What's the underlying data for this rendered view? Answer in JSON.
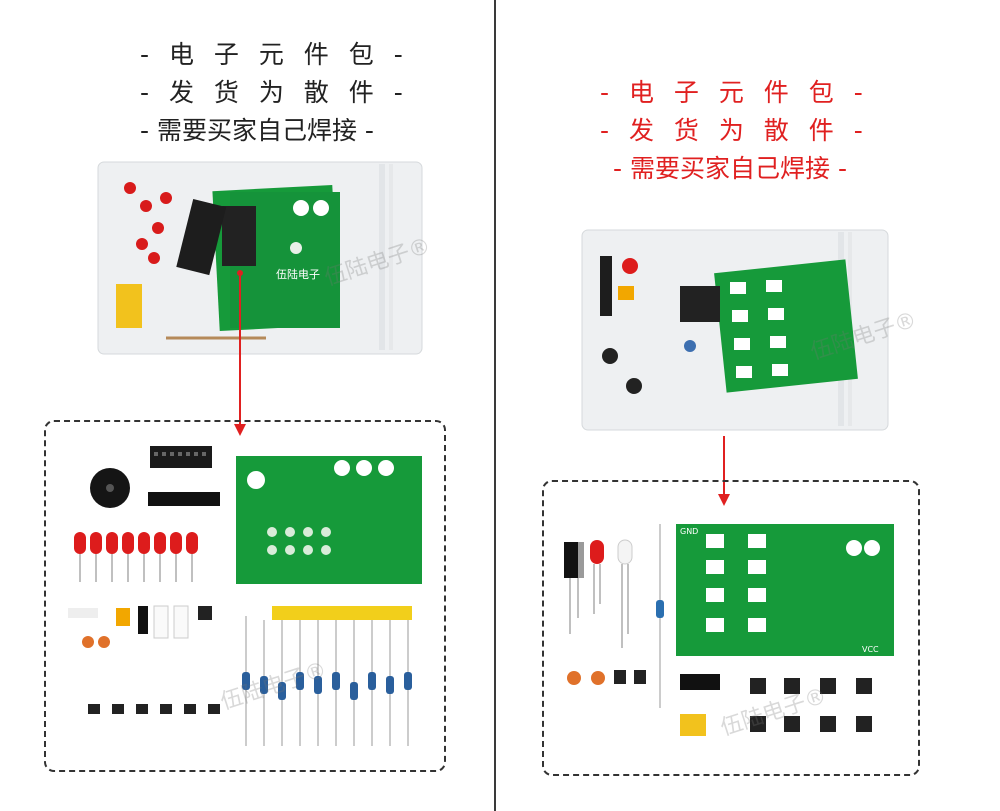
{
  "left_panel": {
    "caption": [
      "- 电 子 元 件 包 -",
      "- 发 货 为 散 件 -",
      "- 需要买家自己焊接 -"
    ],
    "caption_color": "#222222"
  },
  "right_panel": {
    "caption": [
      "- 电 子 元 件 包 -",
      "- 发 货 为 散 件 -",
      "- 需要买家自己焊接 -"
    ],
    "caption_color": "#e02020"
  },
  "watermark": "伍陆电子®",
  "silkscreen": {
    "gnd": "GND",
    "vcc": "VCC"
  },
  "colors": {
    "pcb_green": "#169a3a",
    "arrow_red": "#e02020",
    "bag": "#eef0f2"
  }
}
